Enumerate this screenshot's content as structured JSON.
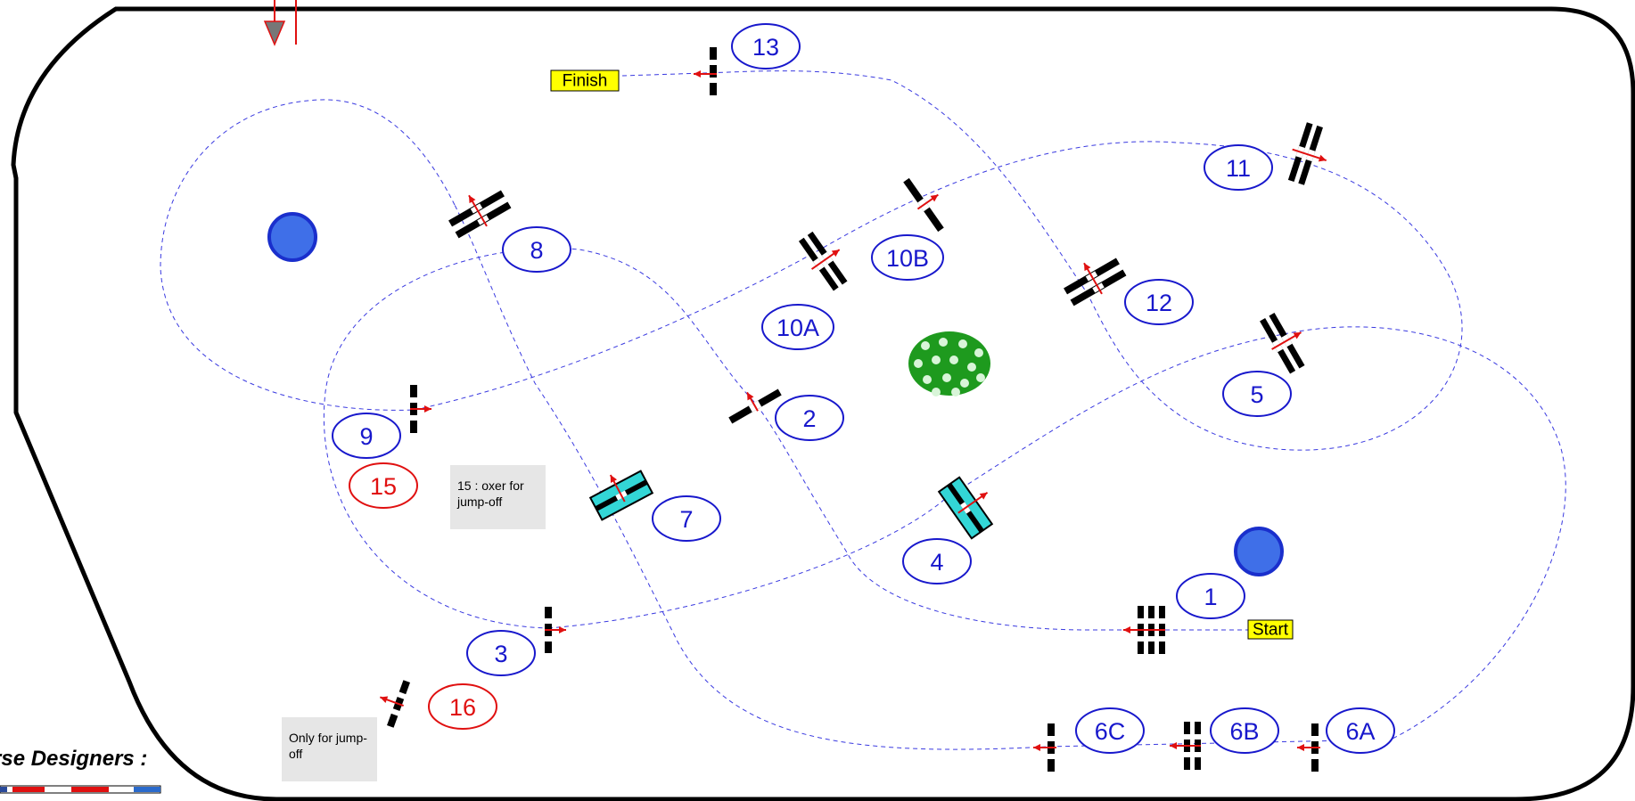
{
  "course": {
    "start_label": "Start",
    "finish_label": "Finish",
    "obstacles": [
      {
        "id": "1",
        "label": "1",
        "kind": "regular"
      },
      {
        "id": "2",
        "label": "2",
        "kind": "regular"
      },
      {
        "id": "3",
        "label": "3",
        "kind": "regular"
      },
      {
        "id": "4",
        "label": "4",
        "kind": "regular"
      },
      {
        "id": "5",
        "label": "5",
        "kind": "regular"
      },
      {
        "id": "6A",
        "label": "6A",
        "kind": "regular"
      },
      {
        "id": "6B",
        "label": "6B",
        "kind": "regular"
      },
      {
        "id": "6C",
        "label": "6C",
        "kind": "regular"
      },
      {
        "id": "7",
        "label": "7",
        "kind": "regular"
      },
      {
        "id": "8",
        "label": "8",
        "kind": "regular"
      },
      {
        "id": "9",
        "label": "9",
        "kind": "regular"
      },
      {
        "id": "10A",
        "label": "10A",
        "kind": "regular"
      },
      {
        "id": "10B",
        "label": "10B",
        "kind": "regular"
      },
      {
        "id": "11",
        "label": "11",
        "kind": "regular"
      },
      {
        "id": "12",
        "label": "12",
        "kind": "regular"
      },
      {
        "id": "13",
        "label": "13",
        "kind": "regular"
      },
      {
        "id": "15",
        "label": "15",
        "kind": "jump-off"
      },
      {
        "id": "16",
        "label": "16",
        "kind": "jump-off"
      }
    ],
    "notes": {
      "oxer_jump_off": "15 : oxer for jump-off",
      "only_jump_off": "Only for jump-off"
    },
    "designers_label": "rse Designers :"
  },
  "colors": {
    "number_label": "#1818cc",
    "jump_off_label": "#e01010",
    "track_line": "#3a3ae0",
    "arrow": "#e01010",
    "water_tray": "#33d6d6",
    "marker_dot": "#3f6fe8",
    "marker_dot_border": "#1a2fcc",
    "flag_yellow": "#ffff00",
    "bush": "#1e9a1e",
    "note_bg": "#e6e6e6"
  }
}
